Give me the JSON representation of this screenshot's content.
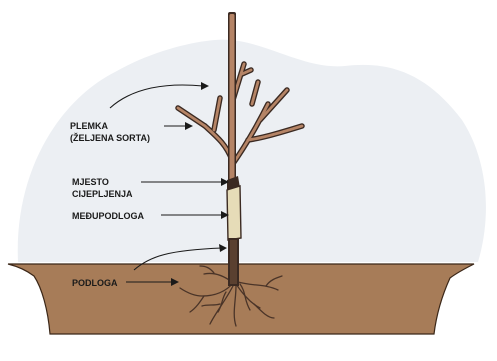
{
  "labels": {
    "scion_line1": "PLEMKA",
    "scion_line2": "(ŽELJENA SORTA)",
    "graft_line1": "MJESTO",
    "graft_line2": "CIJEPLJENJA",
    "interstem": "MEĐUPODLOGA",
    "rootstock": "PODLOGA"
  },
  "colors": {
    "background_blob": "#eceff3",
    "soil": "#a77c58",
    "soil_outline": "#3b2718",
    "trunk": "#3b2a22",
    "branches": "#b58466",
    "interstem_bark": "#e6dcb8",
    "roots": "#4a3428"
  }
}
